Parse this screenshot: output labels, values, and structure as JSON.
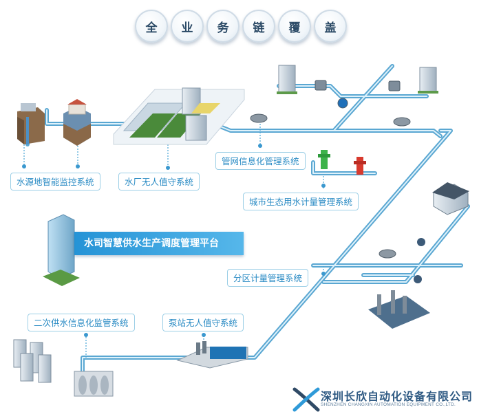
{
  "title": {
    "chars": [
      "全",
      "业",
      "务",
      "链",
      "覆",
      "盖"
    ]
  },
  "labels": {
    "water_source": "水源地智能监控系统",
    "water_plant": "水厂无人值守系统",
    "pipe_network": "管网信息化管理系统",
    "city_metering": "城市生态用水计量管理系统",
    "district_metering": "分区计量管理系统",
    "secondary_supply": "二次供水信息化监管系统",
    "pump_station": "泵站无人值守系统",
    "platform": "水司智慧供水生产调度管理平台"
  },
  "company": {
    "name": "深圳长欣自动化设备有限公司",
    "english": "SHENZHEN CHANGXIN AUTOMATION EQUIPMENT CO.,LTD."
  },
  "colors": {
    "pipe": "#6cb6dd",
    "label_text": "#2a8bc4",
    "platform_bg": "#2593d6"
  }
}
